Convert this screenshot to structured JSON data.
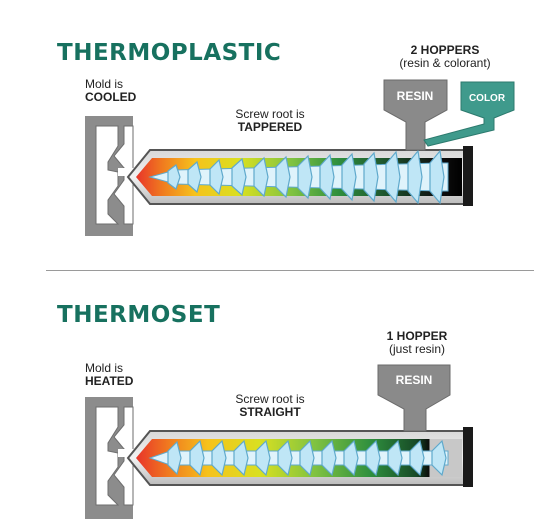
{
  "thermoplastic": {
    "title": "THERMOPLASTIC",
    "mold_line1": "Mold is",
    "mold_line2": "COOLED",
    "screw_line1": "Screw root is",
    "screw_line2": "TAPPERED",
    "hopper_line1": "2 HOPPERS",
    "hopper_line2": "(resin & colorant)",
    "hopper_resin": "RESIN",
    "hopper_color": "COLOR"
  },
  "thermoset": {
    "title": "THERMOSET",
    "mold_line1": "Mold is",
    "mold_line2": "HEATED",
    "screw_line1": "Screw root is",
    "screw_line2": "STRAIGHT",
    "hopper_line1": "1 HOPPER",
    "hopper_line2": "(just resin)",
    "hopper_resin": "RESIN"
  },
  "colors": {
    "title_green": "#17715f",
    "hopper_gray": "#8a8a8a",
    "hopper_teal": "#3f9a8c",
    "mold_gray": "#8c8c8c"
  }
}
